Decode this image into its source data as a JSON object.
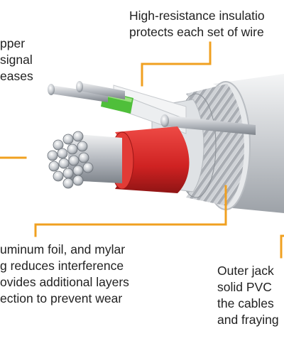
{
  "labels": {
    "top_left": [
      "pper",
      "signal",
      "eases"
    ],
    "top_right": [
      "High-resistance insulatio",
      "protects each set of wire"
    ],
    "bottom_left": [
      "uminum foil, and mylar",
      "g reduces interference",
      "ovides additional layers",
      "ection to prevent wear"
    ],
    "bottom_right": [
      "Outer jack",
      "solid PVC",
      "the cables",
      "and fraying"
    ]
  },
  "colors": {
    "callout_line": "#f0a020",
    "insulation_red": "#d42a2a",
    "insulation_green": "#4fbf3a",
    "copper_silver": "#c8ccd2",
    "jacket_grey": "#d8dadd"
  }
}
